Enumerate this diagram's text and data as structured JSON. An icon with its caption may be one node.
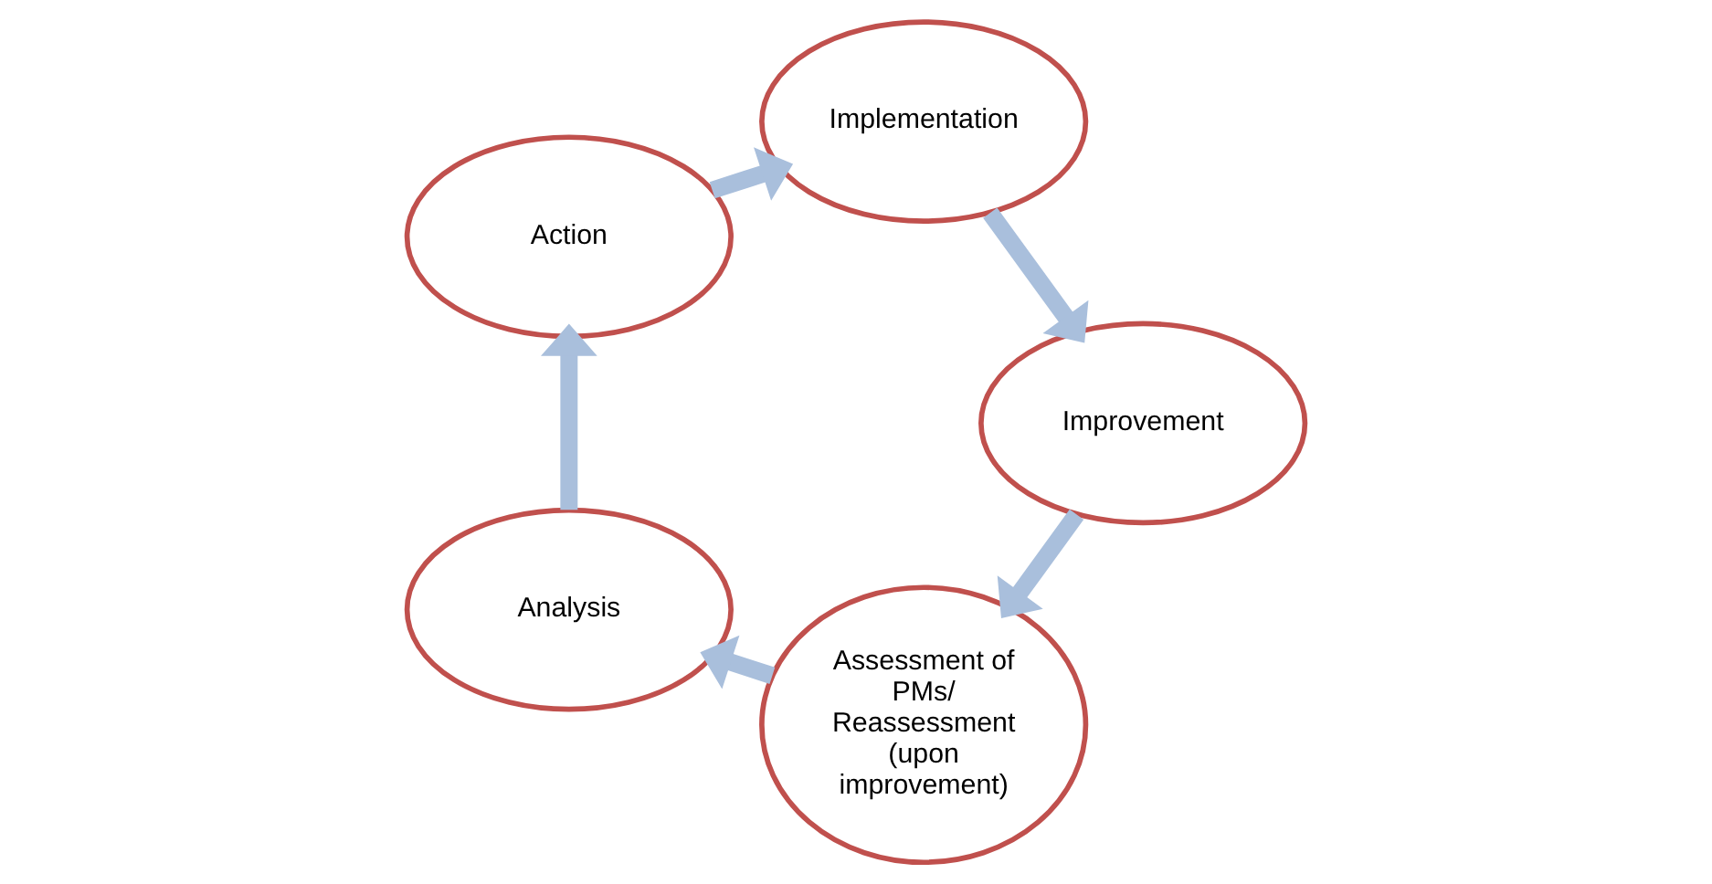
{
  "diagram": {
    "nodes": [
      {
        "text": [
          "Assessment of PMs/ Reassessment (upon improvement)"
        ]
      },
      {
        "text": [
          "Analysis"
        ]
      },
      {
        "text": [
          "Action"
        ]
      },
      {
        "text": [
          "Implementation"
        ]
      },
      {
        "text": [
          "Improvement"
        ]
      }
    ],
    "edges": [
      {
        "from": 0,
        "to": 1,
        "arrow": "to"
      },
      {
        "from": 1,
        "to": 2,
        "arrow": "to"
      },
      {
        "from": 2,
        "to": 3,
        "arrow": "to"
      },
      {
        "from": 3,
        "to": 4,
        "arrow": "to"
      },
      {
        "from": 4,
        "to": 0,
        "arrow": "to"
      }
    ]
  }
}
